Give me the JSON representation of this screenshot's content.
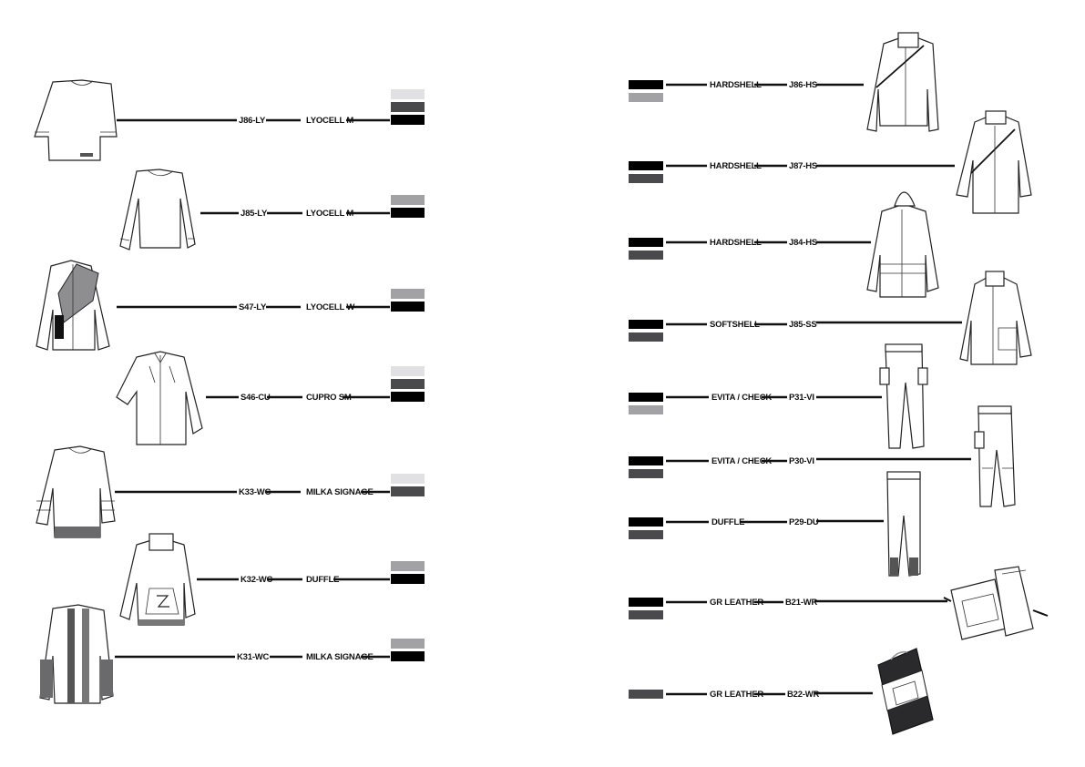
{
  "colors": {
    "light_grey": "#e1e1e4",
    "mid_grey": "#a2a2a5",
    "dark_grey": "#4a4a4c",
    "black": "#000000"
  },
  "left_items": [
    {
      "code": "J86-LY",
      "material": "LYOCELL M",
      "garment": "oversized-tshirt",
      "swatches": [
        "light_grey",
        "dark_grey",
        "black"
      ]
    },
    {
      "code": "J85-LY",
      "material": "LYOCELL M",
      "garment": "longsleeve-tee",
      "swatches": [
        "mid_grey",
        "black"
      ]
    },
    {
      "code": "S47-LY",
      "material": "LYOCELL W",
      "garment": "strap-shirt",
      "swatches": [
        "mid_grey",
        "black"
      ]
    },
    {
      "code": "S46-CU",
      "material": "CUPRO SM",
      "garment": "shirt",
      "swatches": [
        "light_grey",
        "dark_grey",
        "black"
      ]
    },
    {
      "code": "K33-WC",
      "material": "MILKA SIGNAGE",
      "garment": "knit-sweater",
      "swatches": [
        "light_grey",
        "dark_grey"
      ]
    },
    {
      "code": "K32-WC",
      "material": "DUFFLE",
      "garment": "hooded-pullover",
      "swatches": [
        "mid_grey",
        "black"
      ]
    },
    {
      "code": "K31-WC",
      "material": "MILKA SIGNAGE",
      "garment": "cardigan",
      "swatches": [
        "mid_grey",
        "black"
      ]
    }
  ],
  "right_items": [
    {
      "code": "J86-HS",
      "material": "HARDSHELL",
      "garment": "jacket",
      "swatches": [
        "black",
        "mid_grey"
      ]
    },
    {
      "code": "J87-HS",
      "material": "HARDSHELL",
      "garment": "long-jacket",
      "swatches": [
        "black",
        "dark_grey"
      ]
    },
    {
      "code": "J84-HS",
      "material": "HARDSHELL",
      "garment": "hooded-parka",
      "swatches": [
        "black",
        "dark_grey"
      ]
    },
    {
      "code": "J85-SS",
      "material": "SOFTSHELL",
      "garment": "softshell-jacket",
      "swatches": [
        "black",
        "dark_grey"
      ]
    },
    {
      "code": "P31-VI",
      "material": "EVITA / CHECK",
      "garment": "cargo-trousers",
      "swatches": [
        "black",
        "mid_grey"
      ]
    },
    {
      "code": "P30-VI",
      "material": "EVITA / CHECK",
      "garment": "cargo-trousers",
      "swatches": [
        "black",
        "dark_grey"
      ]
    },
    {
      "code": "P29-DU",
      "material": "DUFFLE",
      "garment": "trousers",
      "swatches": [
        "black",
        "dark_grey"
      ]
    },
    {
      "code": "B21-WR",
      "material": "GR LEATHER",
      "garment": "backpack",
      "swatches": [
        "black",
        "dark_grey"
      ]
    },
    {
      "code": "B22-WR",
      "material": "GR LEATHER",
      "garment": "bag",
      "swatches": [
        "dark_grey"
      ]
    }
  ]
}
